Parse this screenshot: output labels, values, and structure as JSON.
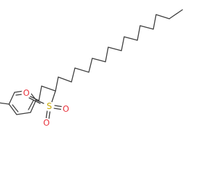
{
  "molecule": {
    "atoms": {
      "aldehyde_oxygen": {
        "label": "O",
        "color": "#e8333d"
      },
      "sulfur": {
        "label": "S",
        "color": "#c8a800"
      },
      "sulfonyl_oxygen_right": {
        "label": "O",
        "color": "#e8333d"
      },
      "sulfonyl_oxygen_bottom": {
        "label": "O",
        "color": "#e8333d"
      }
    },
    "bond_color": "#3a3a3a",
    "background": "#ffffff"
  }
}
